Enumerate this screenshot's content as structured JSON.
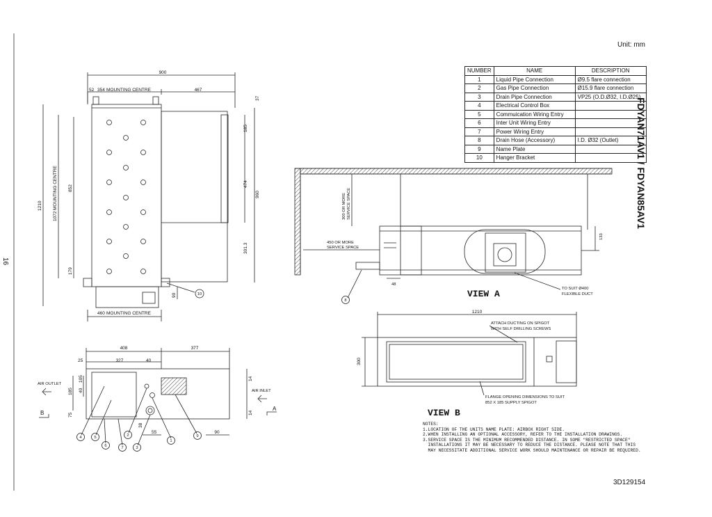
{
  "header": {
    "unit": "Unit: mm",
    "model": "FDYAN71AV1 / FDYAN85AV1",
    "page_number": "16",
    "document_number": "3D129154"
  },
  "table": {
    "headers": [
      "NUMBER",
      "NAME",
      "DESCRIPTION"
    ],
    "rows": [
      {
        "number": "1",
        "name": "Liquid Pipe Connection",
        "description": "Ø9.5 flare connection"
      },
      {
        "number": "2",
        "name": "Gas Pipe Connection",
        "description": "Ø15.9 flare connection"
      },
      {
        "number": "3",
        "name": "Drain Pipe Connection",
        "description": "VP25 (O.D.Ø32, I.D.Ø25)"
      },
      {
        "number": "4",
        "name": "Electrical Control Box",
        "description": ""
      },
      {
        "number": "5",
        "name": "Commuication Wiring Entry",
        "description": ""
      },
      {
        "number": "6",
        "name": "Inter Unit Wiring Entry",
        "description": ""
      },
      {
        "number": "7",
        "name": "Power Wiring Entry",
        "description": ""
      },
      {
        "number": "8",
        "name": "Drain Hose (Accessory)",
        "description": "I.D. Ø32 (Outlet)"
      },
      {
        "number": "9",
        "name": "Name Plate",
        "description": ""
      },
      {
        "number": "10",
        "name": "Hanger Bracket",
        "description": ""
      }
    ]
  },
  "top_view": {
    "dim_900": "900",
    "dim_52": "52",
    "dim_354": "354",
    "mounting_centre_top": "MOUNTING CENTRE",
    "dim_467": "467",
    "dim_37": "37",
    "dim_185": "185",
    "dim_474": "474",
    "dim_960": "960",
    "dim_301": "301.3",
    "dim_1210": "1210",
    "dim_1072": "1072",
    "mounting_centre_left": "MOUNTING CENTRE",
    "dim_852": "852",
    "dim_179": "179",
    "dim_90": "90",
    "dim_460": "460",
    "mounting_centre_bottom": "MOUNTING CENTRE",
    "callout_10": "10"
  },
  "front_view": {
    "dim_408": "408",
    "dim_377": "377",
    "dim_25": "25",
    "dim_327": "327",
    "dim_40": "40",
    "dim_14a": "14",
    "dim_14b": "14",
    "dim_185": "185",
    "dim_40b": "40",
    "dim_105": "105",
    "dim_75": "75",
    "dim_38": "38",
    "dim_55": "55",
    "dim_90": "90",
    "air_outlet": "AIR OUTLET",
    "air_inlet": "AIR INLET",
    "label_b": "B",
    "label_a": "A",
    "callouts": [
      "4",
      "5",
      "6",
      "7",
      "3",
      "2",
      "1",
      "9"
    ]
  },
  "view_a": {
    "title": "VIEW A",
    "service_300": "300 OR MORE",
    "service_300b": "SERVICE SPACE",
    "service_450": "450 OR MORE",
    "service_450b": "SERVICE SPACE",
    "dim_48": "48",
    "dim_133": "133",
    "duct_note1": "TO SUIT Ø400",
    "duct_note2": "FLEXIBLE DUCT",
    "callout_8": "8"
  },
  "view_b": {
    "title": "VIEW B",
    "dim_1210": "1210",
    "dim_300": "300",
    "spigot_note1": "ATTACH DUCTING ON SPIGOT",
    "spigot_note2": "WITH SELF DRILLING SCREWS",
    "flange_note1": "FLANGE OPENING DIMENSIONS TO SUIT",
    "flange_note2": "852 X 185 SUPPLY SPIGOT"
  },
  "notes": {
    "heading": "NOTES:",
    "lines": [
      "1.LOCATION OF THE UNITS NAME PLATE: AIRBOX RIGHT SIDE.",
      "2.WHEN INSTALLING AN OPTIONAL ACCESSORY, REFER TO THE INSTALLATION DRAWINGS.",
      "3.SERVICE SPACE IS THE MINIMUM RECOMMENDED DISTANCE. IN SOME \"RESTRICTED SPACE\"",
      "  INSTALLATIONS IT MAY BE NECESSARY TO REDUCE THE DISTANCE. PLEASE NOTE THAT THIS",
      "  MAY NECESSITATE ADDITIONAL SERVICE WORK SHOULD MAINTENANCE OR REPAIR BE REQUIRED."
    ]
  }
}
